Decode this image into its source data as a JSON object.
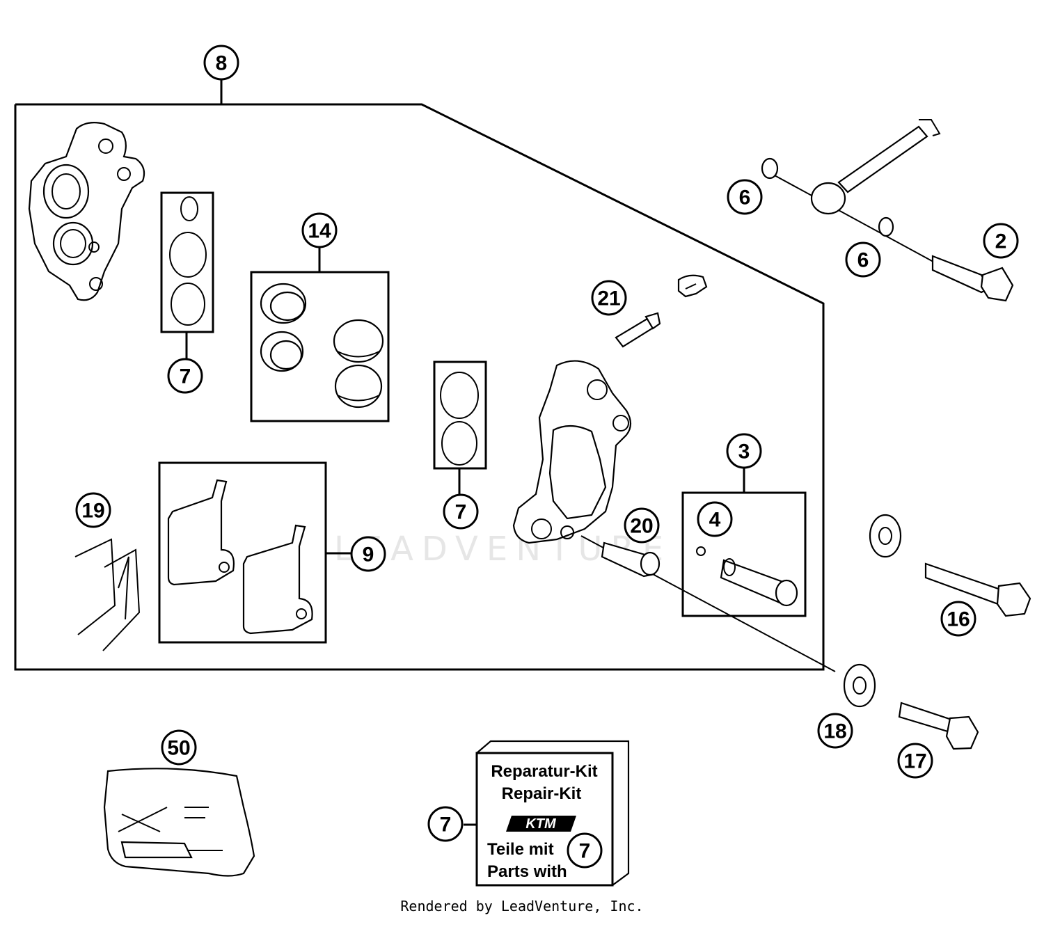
{
  "callouts": {
    "c8": "8",
    "c7a": "7",
    "c14": "14",
    "c19": "19",
    "c9": "9",
    "c7b": "7",
    "c21": "21",
    "c6a": "6",
    "c6b": "6",
    "c2": "2",
    "c3": "3",
    "c4": "4",
    "c20": "20",
    "c16": "16",
    "c18": "18",
    "c17": "17",
    "c50": "50",
    "c7c": "7",
    "c7d": "7"
  },
  "repair_kit": {
    "line1": "Reparatur-Kit",
    "line2": "Repair-Kit",
    "brand": "KTM",
    "line3": "Teile mit",
    "line4": "Parts with"
  },
  "watermark": "LEADVENTURE",
  "footer": "Rendered by LeadVenture, Inc."
}
